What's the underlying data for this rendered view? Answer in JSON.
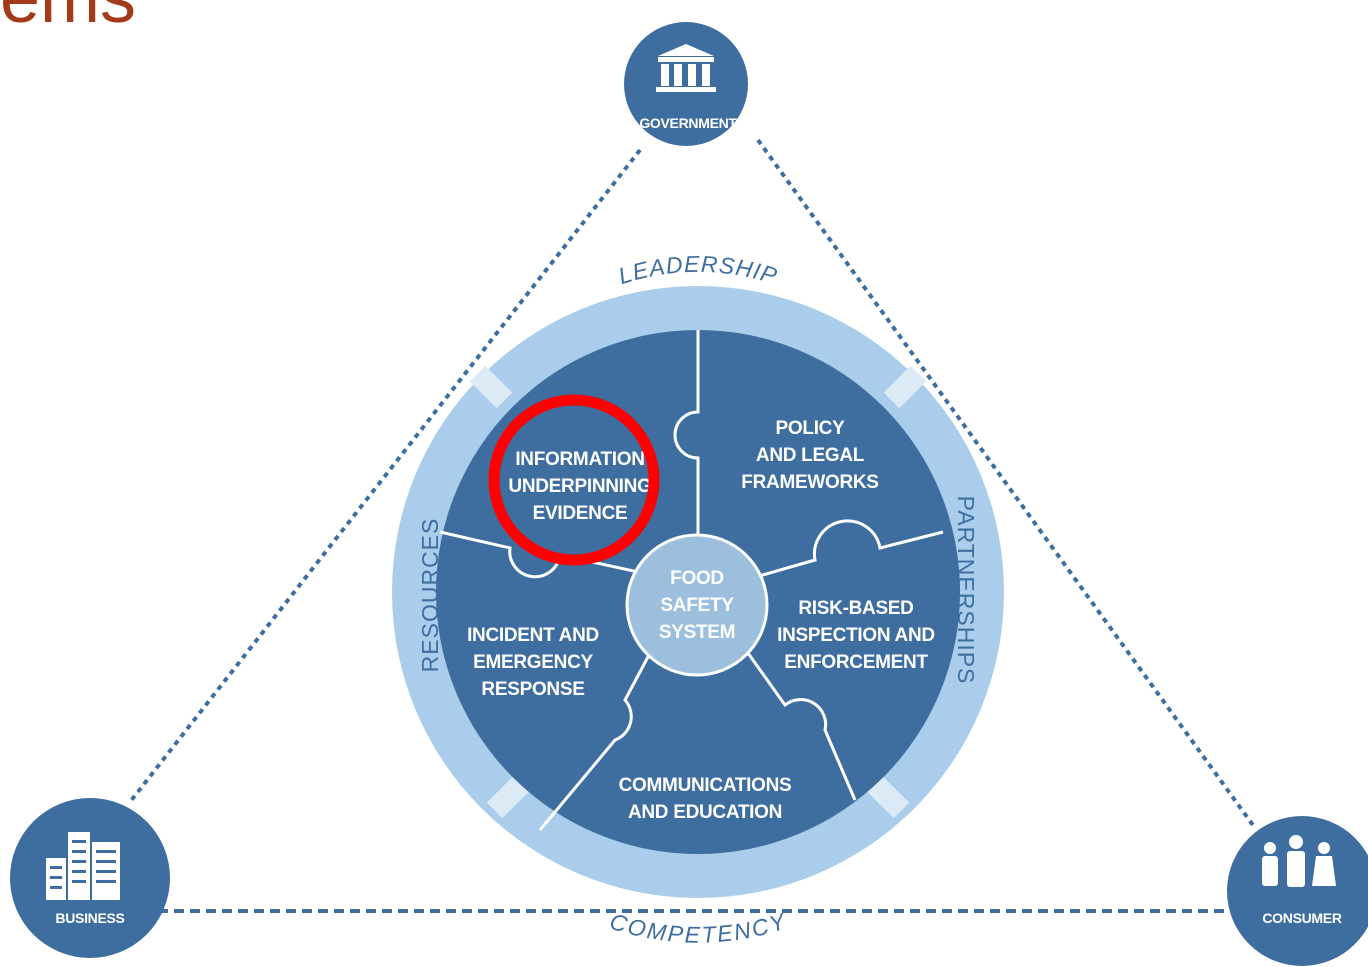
{
  "title": "ems",
  "nodes": {
    "government": "GOVERNMENT",
    "business": "BUSINESS",
    "consumer": "CONSUMER"
  },
  "ring": {
    "top": "LEADERSHIP",
    "left": "RESOURCES",
    "right": "PARTNERSHIPS",
    "bottom": "COMPETENCY"
  },
  "center": [
    "FOOD",
    "SAFETY",
    "SYSTEM"
  ],
  "segments": {
    "information": [
      "INFORMATION",
      "UNDERPINNING",
      "EVIDENCE"
    ],
    "policy": [
      "POLICY",
      "AND LEGAL",
      "FRAMEWORKS"
    ],
    "risk": [
      "RISK-BASED",
      "INSPECTION AND",
      "ENFORCEMENT"
    ],
    "communications": [
      "COMMUNICATIONS",
      "AND EDUCATION"
    ],
    "incident": [
      "INCIDENT AND",
      "EMERGENCY",
      "RESPONSE"
    ]
  },
  "colors": {
    "title": "#A33A1A",
    "dark_blue": "#3E6E9F",
    "light_blue": "#A9CDEA",
    "center_fill": "#9BBFDD",
    "highlight": "#FF0000"
  }
}
